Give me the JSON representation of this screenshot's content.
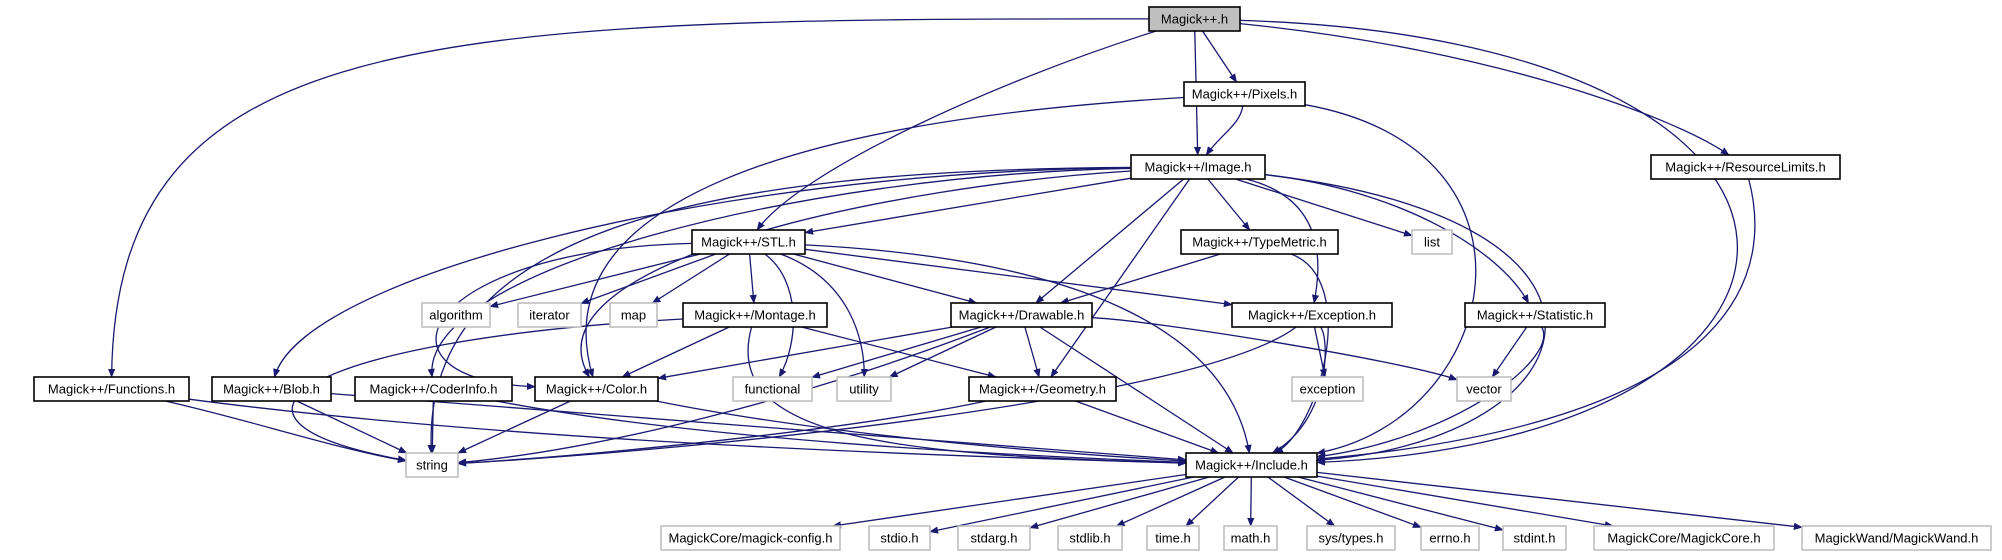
{
  "diagram": {
    "colors": {
      "edge": "#191970",
      "root_fill": "#bfbfbf",
      "node_border": "#000000",
      "external_border": "#bfbfbf",
      "text": "#000000"
    },
    "nodes": [
      {
        "id": "magick_h",
        "label": "Magick++.h",
        "kind": "root"
      },
      {
        "id": "pixels",
        "label": "Magick++/Pixels.h",
        "kind": "internal"
      },
      {
        "id": "image",
        "label": "Magick++/Image.h",
        "kind": "internal"
      },
      {
        "id": "resourcelimits",
        "label": "Magick++/ResourceLimits.h",
        "kind": "internal"
      },
      {
        "id": "stl",
        "label": "Magick++/STL.h",
        "kind": "internal"
      },
      {
        "id": "typemetric",
        "label": "Magick++/TypeMetric.h",
        "kind": "internal"
      },
      {
        "id": "list",
        "label": "list",
        "kind": "external"
      },
      {
        "id": "algorithm",
        "label": "algorithm",
        "kind": "external"
      },
      {
        "id": "iterator",
        "label": "iterator",
        "kind": "external"
      },
      {
        "id": "map",
        "label": "map",
        "kind": "external"
      },
      {
        "id": "montage",
        "label": "Magick++/Montage.h",
        "kind": "internal"
      },
      {
        "id": "drawable",
        "label": "Magick++/Drawable.h",
        "kind": "internal"
      },
      {
        "id": "exception",
        "label": "Magick++/Exception.h",
        "kind": "internal"
      },
      {
        "id": "statistic",
        "label": "Magick++/Statistic.h",
        "kind": "internal"
      },
      {
        "id": "functions",
        "label": "Magick++/Functions.h",
        "kind": "internal"
      },
      {
        "id": "blob",
        "label": "Magick++/Blob.h",
        "kind": "internal"
      },
      {
        "id": "coderinfo",
        "label": "Magick++/CoderInfo.h",
        "kind": "internal"
      },
      {
        "id": "color",
        "label": "Magick++/Color.h",
        "kind": "internal"
      },
      {
        "id": "functional",
        "label": "functional",
        "kind": "external"
      },
      {
        "id": "utility",
        "label": "utility",
        "kind": "external"
      },
      {
        "id": "geometry",
        "label": "Magick++/Geometry.h",
        "kind": "internal"
      },
      {
        "id": "exception_std",
        "label": "exception",
        "kind": "external"
      },
      {
        "id": "vector",
        "label": "vector",
        "kind": "external"
      },
      {
        "id": "string",
        "label": "string",
        "kind": "external"
      },
      {
        "id": "include",
        "label": "Magick++/Include.h",
        "kind": "internal"
      },
      {
        "id": "magick_config",
        "label": "MagickCore/magick-config.h",
        "kind": "external"
      },
      {
        "id": "stdio",
        "label": "stdio.h",
        "kind": "external"
      },
      {
        "id": "stdarg",
        "label": "stdarg.h",
        "kind": "external"
      },
      {
        "id": "stdlib",
        "label": "stdlib.h",
        "kind": "external"
      },
      {
        "id": "time",
        "label": "time.h",
        "kind": "external"
      },
      {
        "id": "math",
        "label": "math.h",
        "kind": "external"
      },
      {
        "id": "systypes",
        "label": "sys/types.h",
        "kind": "external"
      },
      {
        "id": "errno",
        "label": "errno.h",
        "kind": "external"
      },
      {
        "id": "stdint",
        "label": "stdint.h",
        "kind": "external"
      },
      {
        "id": "magickcore",
        "label": "MagickCore/MagickCore.h",
        "kind": "external"
      },
      {
        "id": "magickwand",
        "label": "MagickWand/MagickWand.h",
        "kind": "external"
      }
    ],
    "edges": [
      [
        "magick_h",
        "pixels"
      ],
      [
        "magick_h",
        "image"
      ],
      [
        "magick_h",
        "resourcelimits"
      ],
      [
        "magick_h",
        "stl"
      ],
      [
        "magick_h",
        "functions"
      ],
      [
        "magick_h",
        "include"
      ],
      [
        "pixels",
        "image"
      ],
      [
        "pixels",
        "color"
      ],
      [
        "pixels",
        "include"
      ],
      [
        "image",
        "stl"
      ],
      [
        "image",
        "typemetric"
      ],
      [
        "image",
        "list"
      ],
      [
        "image",
        "drawable"
      ],
      [
        "image",
        "exception"
      ],
      [
        "image",
        "statistic"
      ],
      [
        "image",
        "blob"
      ],
      [
        "image",
        "coderinfo"
      ],
      [
        "image",
        "color"
      ],
      [
        "image",
        "geometry"
      ],
      [
        "image",
        "string"
      ],
      [
        "image",
        "include"
      ],
      [
        "resourcelimits",
        "include"
      ],
      [
        "stl",
        "algorithm"
      ],
      [
        "stl",
        "iterator"
      ],
      [
        "stl",
        "map"
      ],
      [
        "stl",
        "montage"
      ],
      [
        "stl",
        "drawable"
      ],
      [
        "stl",
        "exception"
      ],
      [
        "stl",
        "color"
      ],
      [
        "stl",
        "functional"
      ],
      [
        "stl",
        "utility"
      ],
      [
        "stl",
        "include"
      ],
      [
        "typemetric",
        "drawable"
      ],
      [
        "typemetric",
        "include"
      ],
      [
        "montage",
        "color"
      ],
      [
        "montage",
        "geometry"
      ],
      [
        "montage",
        "string"
      ],
      [
        "montage",
        "include"
      ],
      [
        "drawable",
        "color"
      ],
      [
        "drawable",
        "functional"
      ],
      [
        "drawable",
        "utility"
      ],
      [
        "drawable",
        "geometry"
      ],
      [
        "drawable",
        "vector"
      ],
      [
        "drawable",
        "string"
      ],
      [
        "drawable",
        "include"
      ],
      [
        "exception",
        "exception_std"
      ],
      [
        "exception",
        "string"
      ],
      [
        "exception",
        "include"
      ],
      [
        "statistic",
        "vector"
      ],
      [
        "statistic",
        "include"
      ],
      [
        "functions",
        "string"
      ],
      [
        "functions",
        "include"
      ],
      [
        "blob",
        "string"
      ],
      [
        "blob",
        "include"
      ],
      [
        "coderinfo",
        "string"
      ],
      [
        "coderinfo",
        "include"
      ],
      [
        "color",
        "string"
      ],
      [
        "color",
        "include"
      ],
      [
        "geometry",
        "string"
      ],
      [
        "geometry",
        "include"
      ],
      [
        "include",
        "magick_config"
      ],
      [
        "include",
        "stdio"
      ],
      [
        "include",
        "stdarg"
      ],
      [
        "include",
        "stdlib"
      ],
      [
        "include",
        "time"
      ],
      [
        "include",
        "math"
      ],
      [
        "include",
        "systypes"
      ],
      [
        "include",
        "errno"
      ],
      [
        "include",
        "stdint"
      ],
      [
        "include",
        "magickcore"
      ],
      [
        "include",
        "magickwand"
      ]
    ]
  }
}
